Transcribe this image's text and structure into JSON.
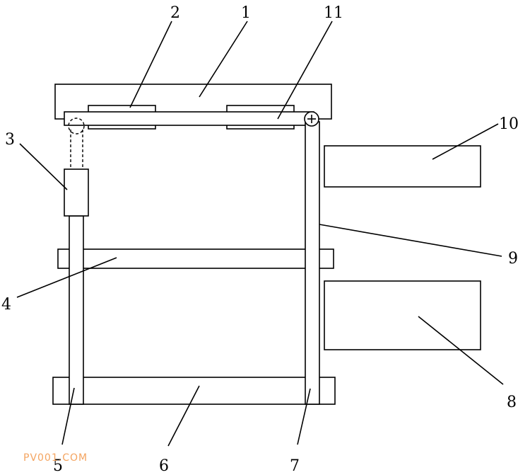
{
  "callouts": {
    "c1": "1",
    "c2": "2",
    "c3": "3",
    "c4": "4",
    "c5": "5",
    "c6": "6",
    "c7": "7",
    "c8": "8",
    "c9": "9",
    "c10": "10",
    "c11": "11"
  },
  "watermark": "PV001.COM",
  "colors": {
    "line": "#000000",
    "background": "#ffffff",
    "watermark": "#f4a460"
  }
}
